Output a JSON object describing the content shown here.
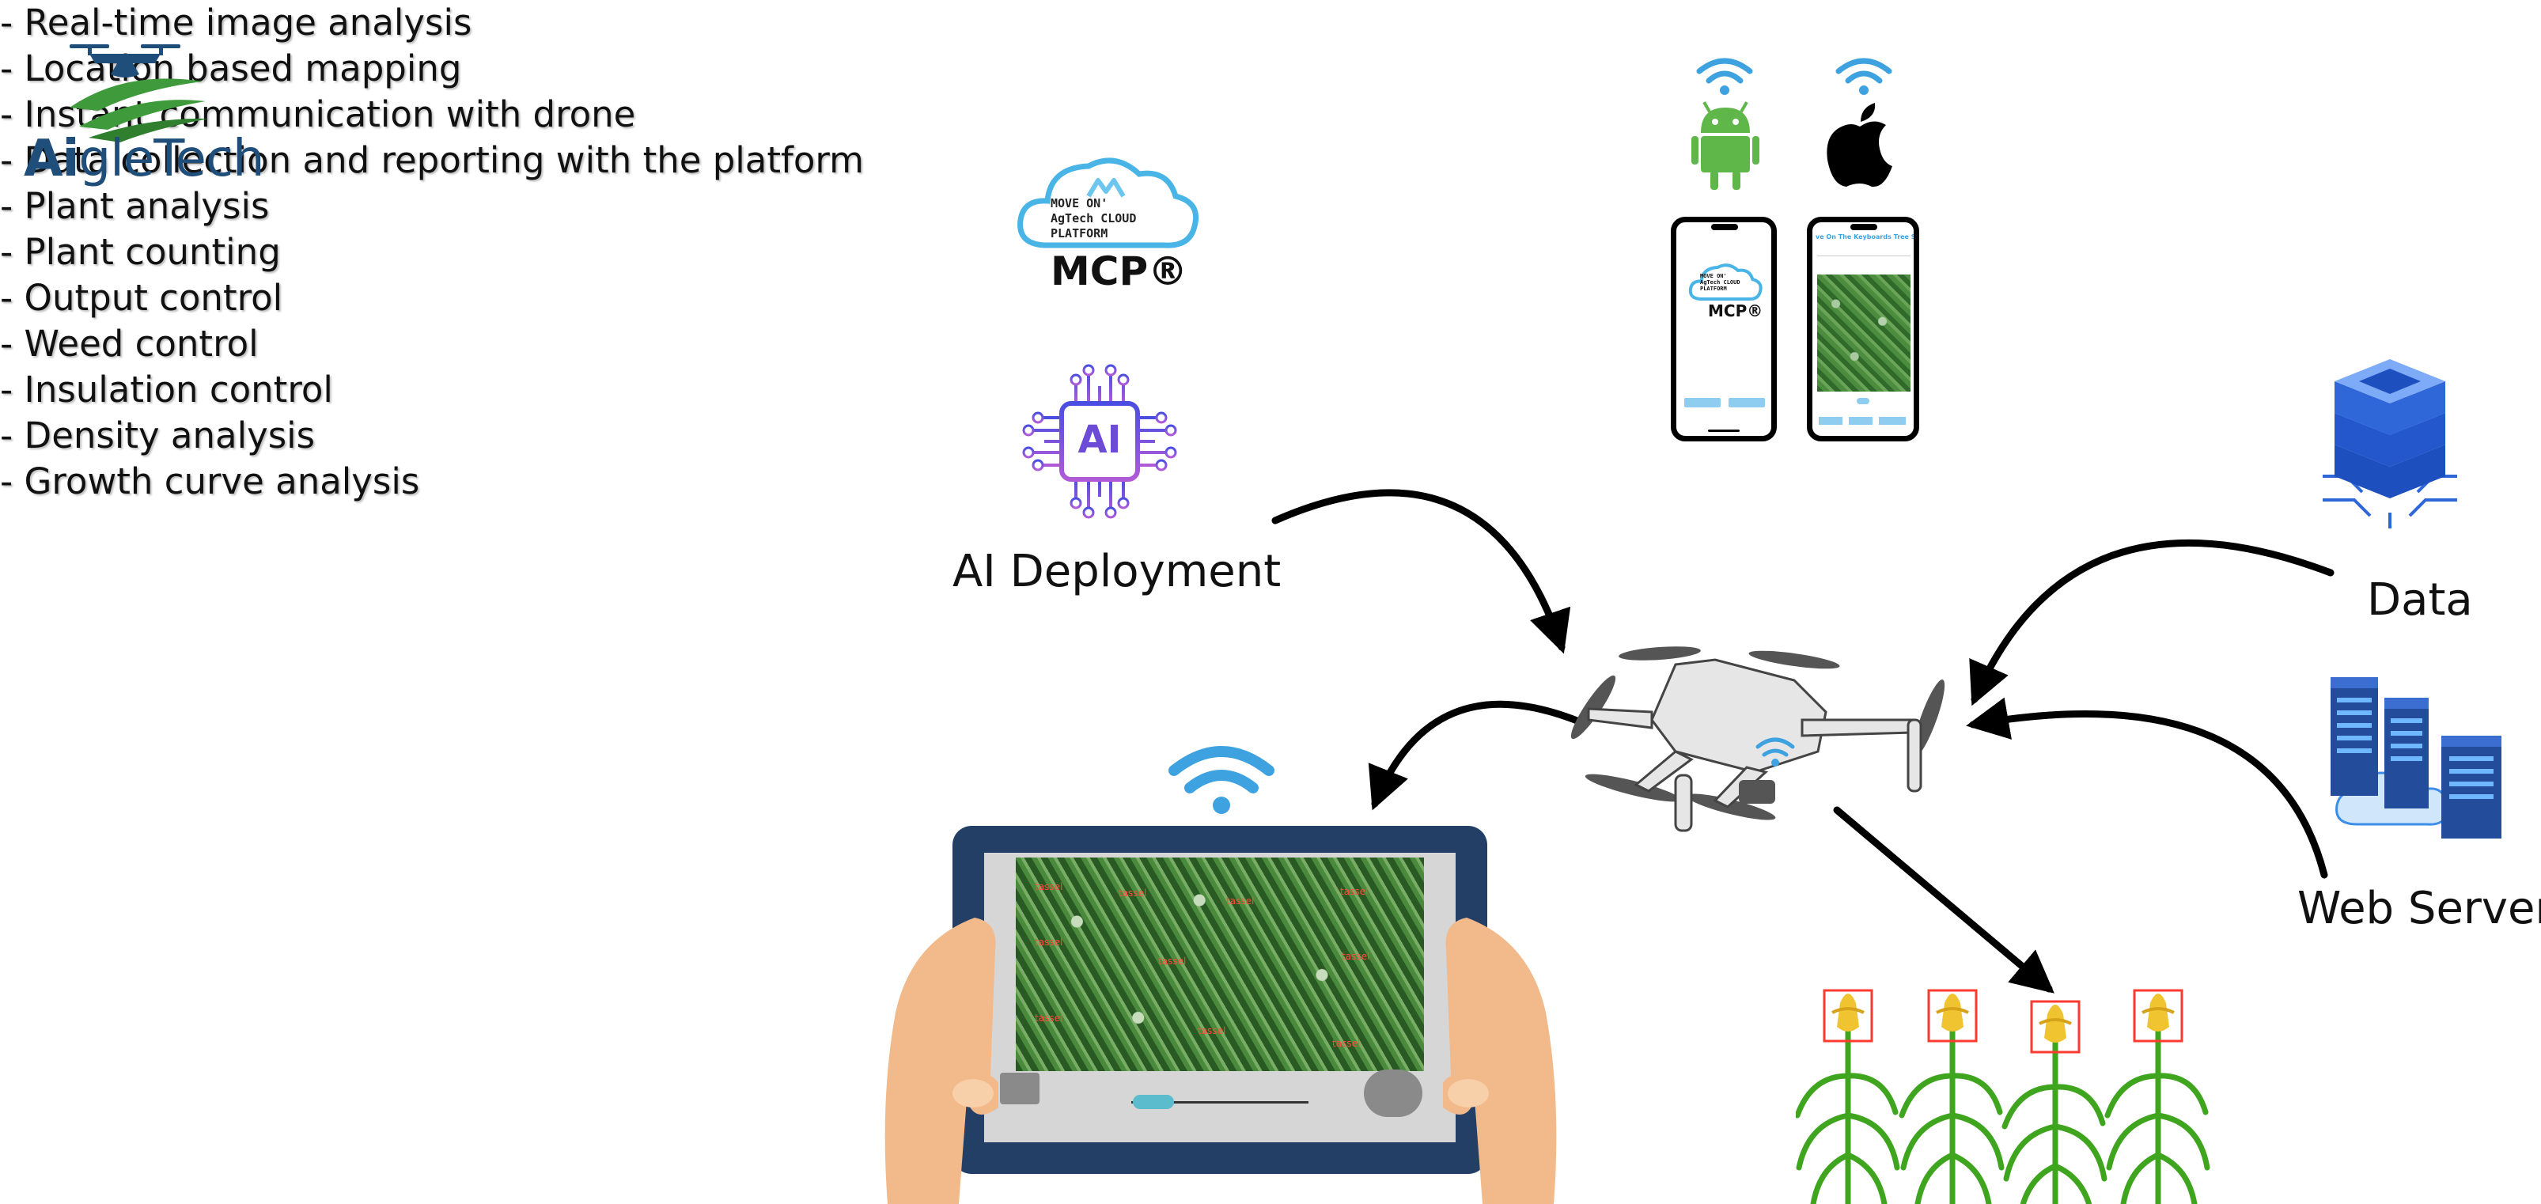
{
  "logo": {
    "brand_bold": "Ai",
    "brand_rest": "gleTech"
  },
  "features": [
    "- Real-time image analysis",
    "- Location based mapping",
    "- Instant communication with drone",
    "- Data collection and reporting with the platform",
    "- Plant analysis",
    "- Plant counting",
    "- Output control",
    "- Weed control",
    "- Insulation control",
    "- Density analysis",
    "- Growth curve analysis"
  ],
  "mcp": {
    "line1": "MOVE ON'",
    "line2": "AgTech CLOUD",
    "line3": "PLATFORM",
    "mark": "MCP®"
  },
  "ai_chip": {
    "text": "AI"
  },
  "labels": {
    "ai_deployment": "AI Deployment",
    "data": "Data",
    "web_server": "Web Server"
  },
  "phone_right": {
    "header": "ve On The Keyboards Tree S"
  },
  "detections": {
    "label": "tassel"
  },
  "colors": {
    "brand_navy": "#1f4e7a",
    "brand_green": "#3f9a3c",
    "wifi_blue": "#3fa2e0",
    "android_green": "#5fb649",
    "ai_purple": "#6c4bd6",
    "tablet_frame": "#243f66",
    "server_blue": "#2f66d8",
    "detection_red": "#ff3b30"
  },
  "icons": [
    "drone-logo-icon",
    "wifi-icon",
    "android-icon",
    "apple-icon",
    "cloud-icon",
    "ai-chip-icon",
    "database-icon",
    "web-server-icon",
    "drone-icon",
    "tablet-icon",
    "corn-plant-icon",
    "arrow-icon"
  ]
}
